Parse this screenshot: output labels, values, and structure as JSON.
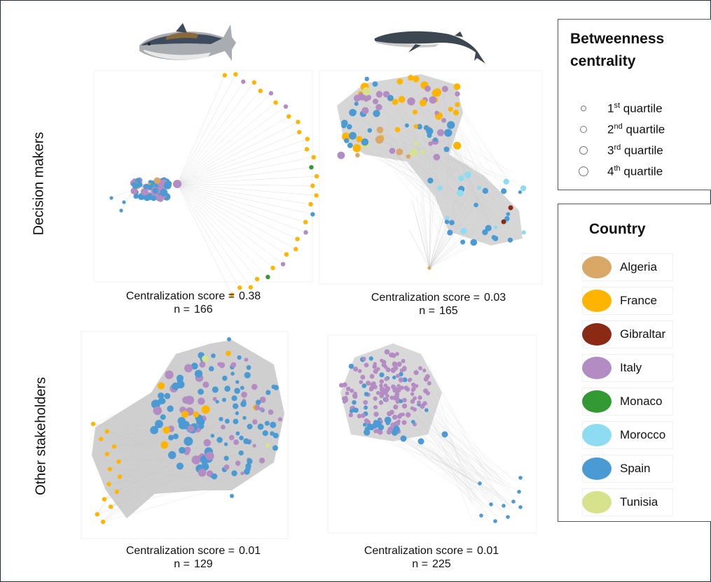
{
  "panels": [
    {
      "id": "tuna-decision",
      "score_label": "Centralization score =",
      "score": "0.38",
      "n_label": "n =",
      "n": "166"
    },
    {
      "id": "whale-decision",
      "score_label": "Centralization score =",
      "score": "0.03",
      "n_label": "n =",
      "n": "165"
    },
    {
      "id": "tuna-other",
      "score_label": "Centralization score =",
      "score": "0.01",
      "n_label": "n =",
      "n": "129"
    },
    {
      "id": "whale-other",
      "score_label": "Centralization score =",
      "score": "0.01",
      "n_label": "n =",
      "n": "225"
    }
  ],
  "row_labels": {
    "top": "Decision makers",
    "bottom": "Other stakeholders"
  },
  "icons": {
    "column_1": "bluefin-tuna-icon",
    "column_2": "fin-whale-icon"
  },
  "legend_centrality": {
    "title_line1": "Betweenness",
    "title_line2": "centrality",
    "quartiles": [
      {
        "num": "1",
        "sup": "st",
        "text": "quartile"
      },
      {
        "num": "2",
        "sup": "nd",
        "text": "quartile"
      },
      {
        "num": "3",
        "sup": "rd",
        "text": "quartile"
      },
      {
        "num": "4",
        "sup": "th",
        "text": "quartile"
      }
    ]
  },
  "legend_country": {
    "title": "Country",
    "items": [
      {
        "name": "Algeria",
        "color": "#d9a866"
      },
      {
        "name": "France",
        "color": "#ffb400"
      },
      {
        "name": "Gibraltar",
        "color": "#8b2a14"
      },
      {
        "name": "Italy",
        "color": "#b48cc4"
      },
      {
        "name": "Monaco",
        "color": "#339933"
      },
      {
        "name": "Morocco",
        "color": "#8ddcf2"
      },
      {
        "name": "Spain",
        "color": "#4a9ad4"
      },
      {
        "name": "Tunisia",
        "color": "#d6e38c"
      }
    ]
  },
  "colors": {
    "edge": "#c8c8c8",
    "frame": "#1f2d3d"
  }
}
